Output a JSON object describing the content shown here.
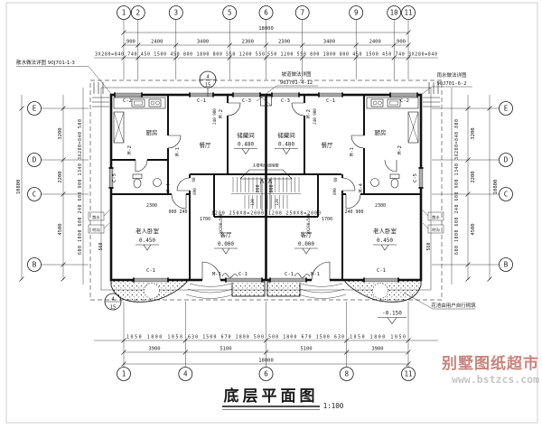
{
  "title": {
    "text": "底层平面图",
    "scale": "1:100"
  },
  "watermark": {
    "line1": "别墅图纸超市",
    "line2": "www.bstzcs.com"
  },
  "grid": {
    "top": [
      "1",
      "2",
      "3",
      "5",
      "6",
      "7",
      "9",
      "10",
      "11"
    ],
    "bottom": [
      "1",
      "4",
      "6",
      "8",
      "11"
    ],
    "left": [
      "E",
      "D",
      "C",
      "B"
    ],
    "right": [
      "E",
      "D",
      "C",
      "B"
    ]
  },
  "dims": {
    "top_total": "18000",
    "bottom_total": "18000",
    "top_coarse": [
      "900",
      "2400",
      "3400",
      "2300",
      "2300",
      "3400",
      "2400",
      "900"
    ],
    "top_fine_left": "3X280=840 740 450 1500 450 800 1800 800 550 1200 550",
    "top_fine_right": "550 1200 550 800 1800 800 450 1500 450 740 3X280=840",
    "bottom_fine": [
      "1050 1800 1050",
      "630 1500 670 1800 500",
      "500 1800 670 1500 630",
      "1050 1800 1050"
    ],
    "bottom_coarse": [
      "3900",
      "5100",
      "5100",
      "3900"
    ],
    "left_coarse": [
      "3200",
      "2200",
      "4500"
    ],
    "left_total": "10800",
    "left_fine": "600 1000 600 240 600 900 1340 3X280=840 500",
    "right_coarse": [
      "3200",
      "2200",
      "4500"
    ],
    "right_total": "10800",
    "right_fine": "600 1000 600 240 600 900 1340 3X280=840 800"
  },
  "rooms": {
    "kitchen": "厨房",
    "dining": "餐厅",
    "storage": "储藏间",
    "elder": "老人卧室",
    "living": "客厅"
  },
  "levels": {
    "storage": "0.480",
    "elder": "0.450",
    "living": "0.000",
    "outdoor": "-0.150"
  },
  "tags": {
    "c1": "C-1",
    "c2": "C-2",
    "c3": "C-3",
    "c5": "C-5",
    "m1": "M-1",
    "m2": "M-2",
    "m4": "M-4"
  },
  "interior_dims": {
    "d2300": "2300",
    "d900_240": "900 240",
    "d240_900": "240 900",
    "d1700": "1700",
    "stair": "1200 250X8=2000",
    "d2x280": "2X280=560",
    "d860": "860",
    "d120": "120",
    "d560": "560",
    "d890": "890",
    "d60": "60"
  },
  "notes": {
    "apron_detail": "散水做法详图 90J701-1-3",
    "ramp1": "坡道做法详图",
    "ramp2": "90J701-4-12",
    "rain1": "雨水做法详图",
    "rain2": "90J701-6-2",
    "canopy": "主楼电话线暗敷",
    "flowerbed": "花池由用户自行砌筑",
    "apron": "散水",
    "gutter": "明沟",
    "detail_num": "4",
    "detail_sheet": "15"
  }
}
